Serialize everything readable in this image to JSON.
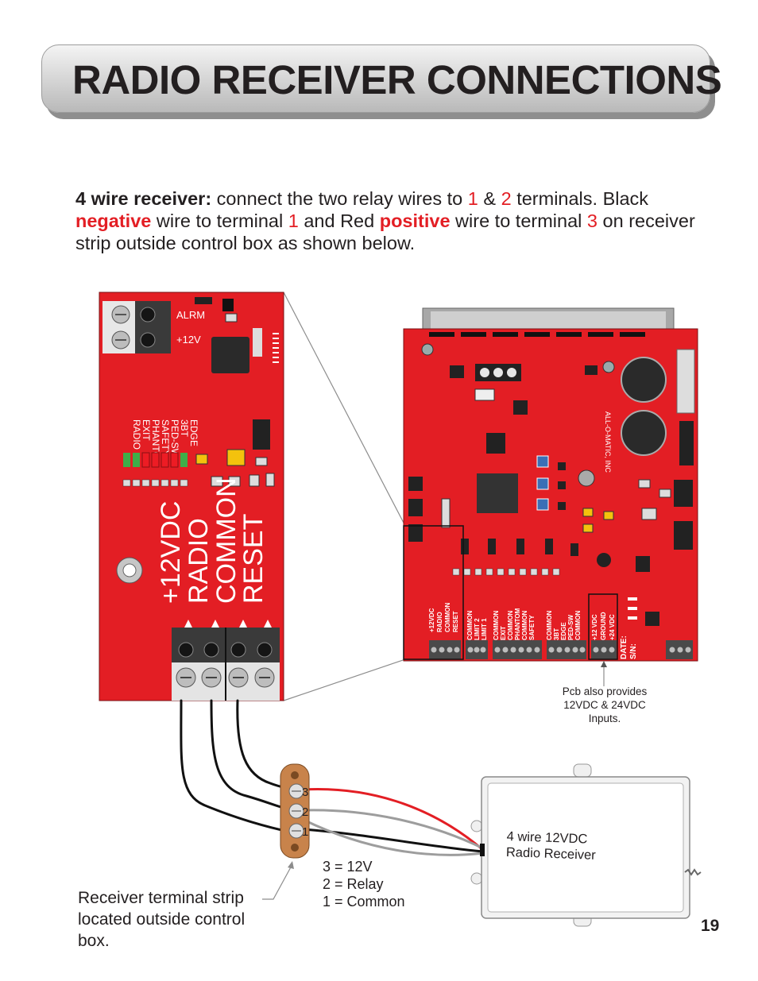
{
  "header": {
    "title": "RADIO RECEIVER CONNECTIONS"
  },
  "intro": {
    "lead": "4 wire receiver:",
    "t1": " connect the two relay wires to ",
    "n1": "1",
    "t2": " & ",
    "n2": "2",
    "t3": " terminals. Black ",
    "negative": "negative",
    "t4": " wire to terminal ",
    "n3": "1",
    "t5": " and Red ",
    "positive": "positive",
    "t6": " wire to terminal ",
    "n4": "3",
    "t7": " on receiver strip outside control box as shown below."
  },
  "zoom_board": {
    "alrm": "ALRM",
    "v12": "+12V",
    "led_labels": [
      "EDGE",
      "3BT",
      "PED-SW",
      "SAFETY",
      "PHANTOM",
      "EXIT",
      "RADIO"
    ],
    "terminal_labels": [
      "+12VDC",
      "RADIO",
      "COMMON",
      "RESET"
    ]
  },
  "main_board": {
    "group1": [
      "+12VDC",
      "RADIO",
      "COMMON",
      "RESET"
    ],
    "group2": [
      "COMMON",
      "LIMIT 2",
      "LIMIT 1"
    ],
    "group3": [
      "COMMON",
      "EXIT",
      "COMMON",
      "PHANTOM",
      "COMMON",
      "SAFETY"
    ],
    "group4": [
      "COMMON",
      "3BT",
      "EDGE",
      "PED-SW",
      "COMMON"
    ],
    "group5": [
      "+12 VDC",
      "GROUND",
      "+24 VDC"
    ],
    "date_sn": [
      "DATE:",
      "S/N:"
    ],
    "brand": "ALL-O-MATIC, INC"
  },
  "pcb_note": {
    "line1": "Pcb also provides",
    "line2": "12VDC & 24VDC",
    "line3": "Inputs."
  },
  "strip": {
    "labels": [
      "3",
      "2",
      "1"
    ]
  },
  "legend": {
    "l1": "3 = 12V",
    "l2": "2 = Relay",
    "l3": "1 = Common"
  },
  "receiver": {
    "line1": "4 wire 12VDC",
    "line2": "Radio Receiver"
  },
  "strip_caption": {
    "line1": "Receiver terminal strip",
    "line2": "located outside control",
    "line3": "box."
  },
  "page_number": "19",
  "colors": {
    "board_red": "#e31e24",
    "title_gray": "#d9d9d9",
    "wire_red": "#e31e24",
    "wire_gray": "#9d9d9d",
    "wire_black": "#111111",
    "strip_brass": "#c8834b"
  }
}
